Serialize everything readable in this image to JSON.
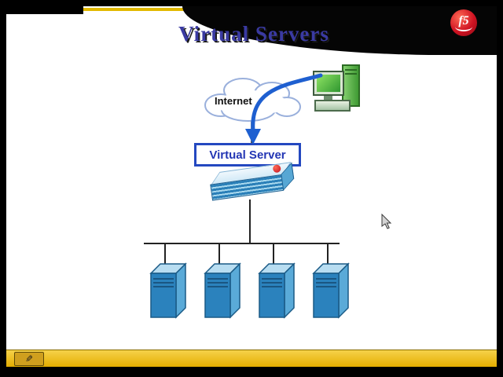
{
  "title": "Virtual Servers",
  "logo": {
    "text": "f5"
  },
  "diagram": {
    "internet_label": "Internet",
    "virtual_server_label": "Virtual Server",
    "server_count": 4
  },
  "toolbar": {
    "pen_icon": "✎"
  },
  "colors": {
    "frame": "#000000",
    "slide_bg": "#ffffff",
    "accent_gold": "#e4ad00",
    "title_blue": "#3a3aa2",
    "virtual_server_border": "#2448c0",
    "virtual_server_text": "#2336b4",
    "arrow_blue": "#1e5fd0",
    "server_front": "#2b82bd",
    "server_top": "#b8ddf1",
    "server_side": "#5aaad8",
    "cloud_outline": "#9ab0dc",
    "pc_green": "#3f9a33",
    "logo_red": "#cf1322"
  }
}
